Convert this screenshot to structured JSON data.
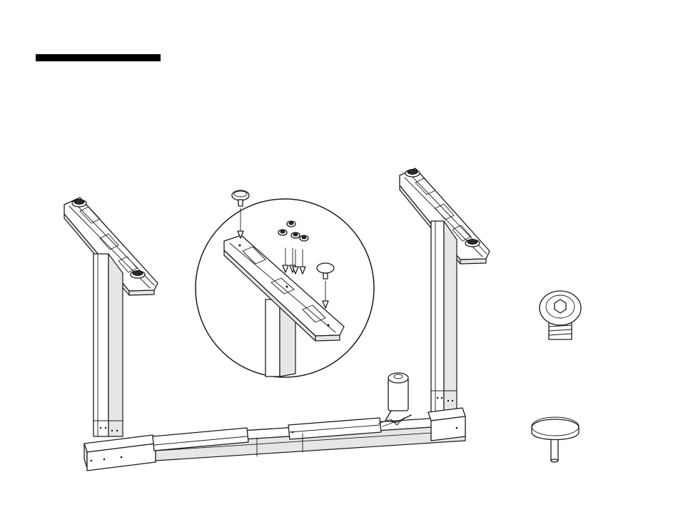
{
  "figure": {
    "header_bar_color": "#000000",
    "line_color": "#1a1a1a",
    "background": "#ffffff",
    "parts": [
      "header-bar",
      "left-leg-assembly",
      "right-leg-assembly",
      "crossbar",
      "control-box",
      "detail-magnifier-circle",
      "button-head-screw-icon",
      "cap-plug-icon"
    ]
  }
}
